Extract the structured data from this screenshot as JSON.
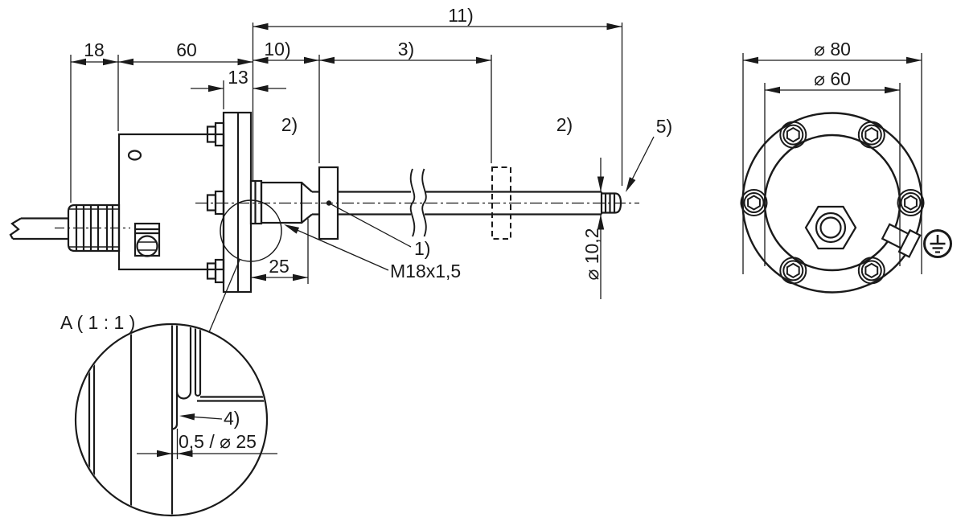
{
  "drawing": {
    "background": "#ffffff",
    "line_color": "#1a1a1a",
    "side_view": {
      "dims": {
        "d18": "18",
        "d60": "60",
        "d13": "13",
        "d25": "25",
        "d10_ref": "10)",
        "d3_ref": "3)",
        "d11_ref": "11)",
        "probe_dia": "⌀ 10,2"
      },
      "notes": {
        "n2_left": "2)",
        "n2_right": "2)",
        "n5": "5)",
        "n1": "1)",
        "thread": "M18x1,5"
      }
    },
    "front_view": {
      "dims": {
        "outer_dia": "⌀ 80",
        "inner_dia": "⌀ 60"
      }
    },
    "detail_view": {
      "title": "A  ( 1 : 1 )",
      "notes": {
        "n4": "4)"
      },
      "dims": {
        "lip": "0,5 / ⌀ 25"
      }
    }
  }
}
